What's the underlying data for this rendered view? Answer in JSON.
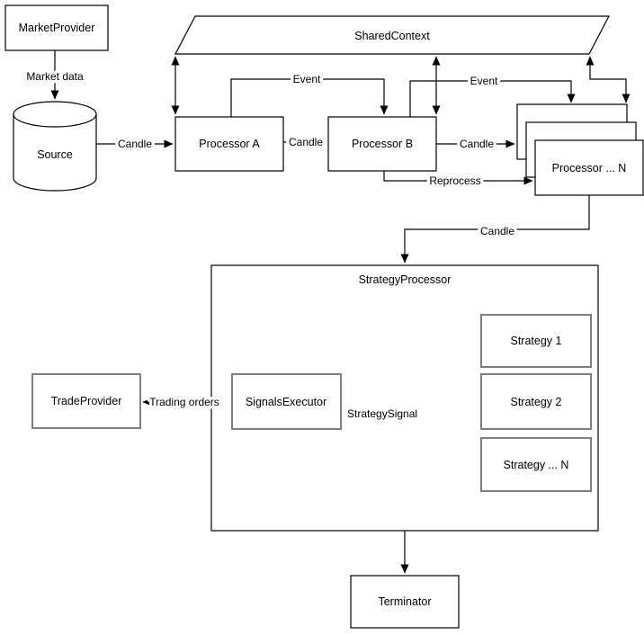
{
  "diagram": {
    "nodes": {
      "market_provider": {
        "label": "MarketProvider"
      },
      "source": {
        "label": "Source"
      },
      "shared_context": {
        "label": "SharedContext"
      },
      "processor_a": {
        "label": "Processor A"
      },
      "processor_b": {
        "label": "Processor B"
      },
      "processor_n": {
        "label": "Processor ... N"
      },
      "strategy_processor": {
        "label": "StrategyProcessor"
      },
      "signals_executor": {
        "label": "SignalsExecutor"
      },
      "strategy_1": {
        "label": "Strategy 1"
      },
      "strategy_2": {
        "label": "Strategy 2"
      },
      "strategy_n": {
        "label": "Strategy ... N"
      },
      "trade_provider": {
        "label": "TradeProvider"
      },
      "terminator": {
        "label": "Terminator"
      }
    },
    "edge_labels": {
      "market_data": "Market data",
      "candle_source_to_a": "Candle",
      "candle_a_to_b": "Candle",
      "candle_b_to_n": "Candle",
      "event_a_to_b": "Event",
      "event_b_to_n": "Event",
      "reprocess": "Reprocess",
      "candle_n_to_strategy": "Candle",
      "strategy_signal": "StrategySignal",
      "trading_orders": "Trading orders"
    },
    "colors": {
      "primary_stroke": "#000000",
      "secondary_stroke": "#808080",
      "background": "#ffffff"
    }
  }
}
